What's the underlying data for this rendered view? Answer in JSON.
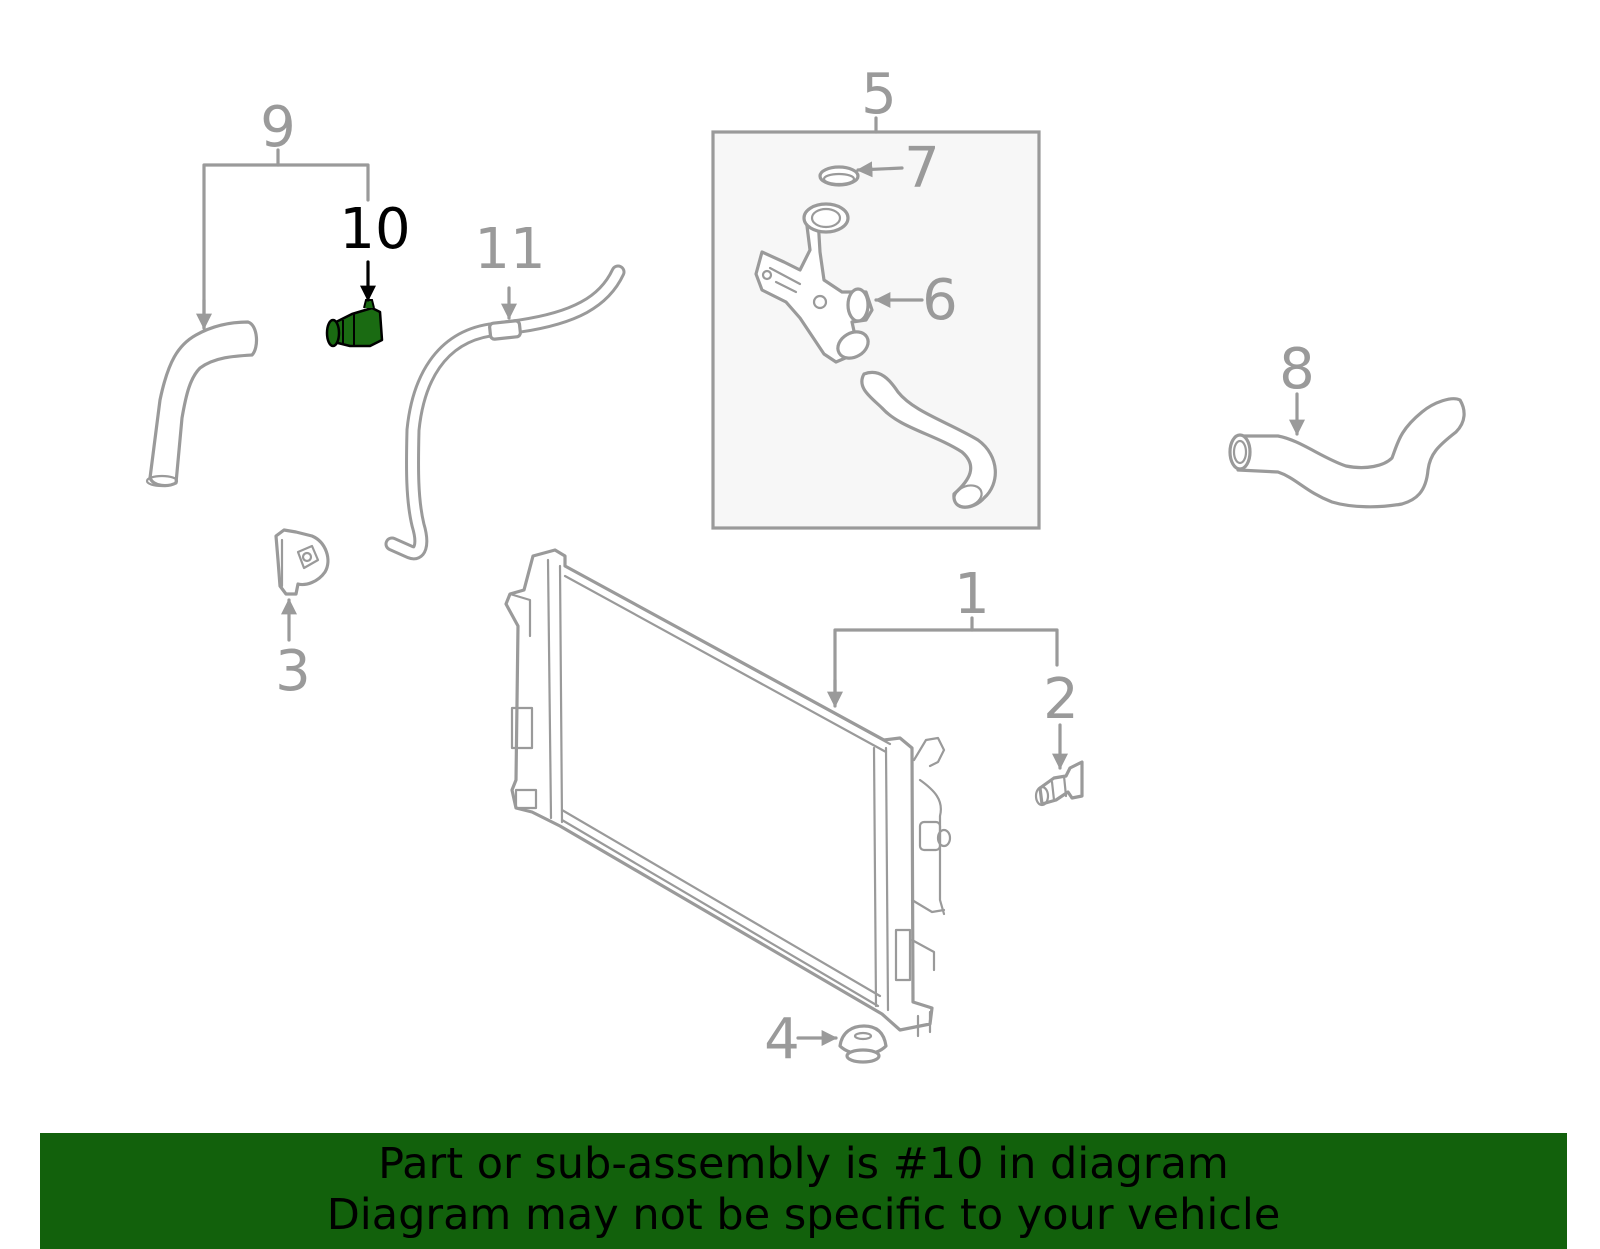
{
  "callouts": {
    "c1": "1",
    "c2": "2",
    "c3": "3",
    "c4": "4",
    "c5": "5",
    "c6": "6",
    "c7": "7",
    "c8": "8",
    "c9": "9",
    "c10": "10",
    "c11": "11"
  },
  "highlighted_part": "10",
  "highlight_color": "#1a6b12",
  "banner": {
    "line1": "Part or sub-assembly is #10 in diagram",
    "line2": "Diagram may not be specific to your vehicle",
    "background": "#12610c"
  }
}
